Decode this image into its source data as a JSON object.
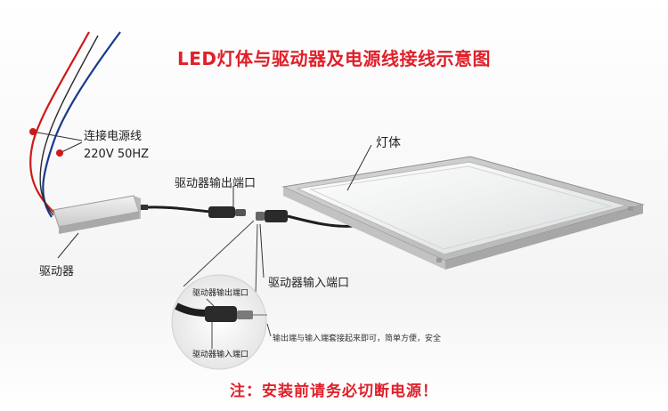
{
  "title": "LED灯体与驱动器及电源线接线示意图",
  "labels": {
    "power_line": "连接电源线",
    "power_spec": "220V 50HZ",
    "lamp_body": "灯体",
    "driver_output": "驱动器输出端口",
    "driver": "驱动器",
    "driver_input": "驱动器输入端口",
    "zoom_output": "驱动器输出端口",
    "zoom_input": "驱动器输入端口",
    "connection_note": "输出端与输入端套接起来即可，简单方便，安全"
  },
  "notice": "注：安装前请务必切断电源！",
  "colors": {
    "title": "#e0202a",
    "wire_red": "#d01818",
    "wire_blue": "#1a3a8a",
    "cable": "#1e1e1e",
    "marker_dot": "#d01818"
  }
}
